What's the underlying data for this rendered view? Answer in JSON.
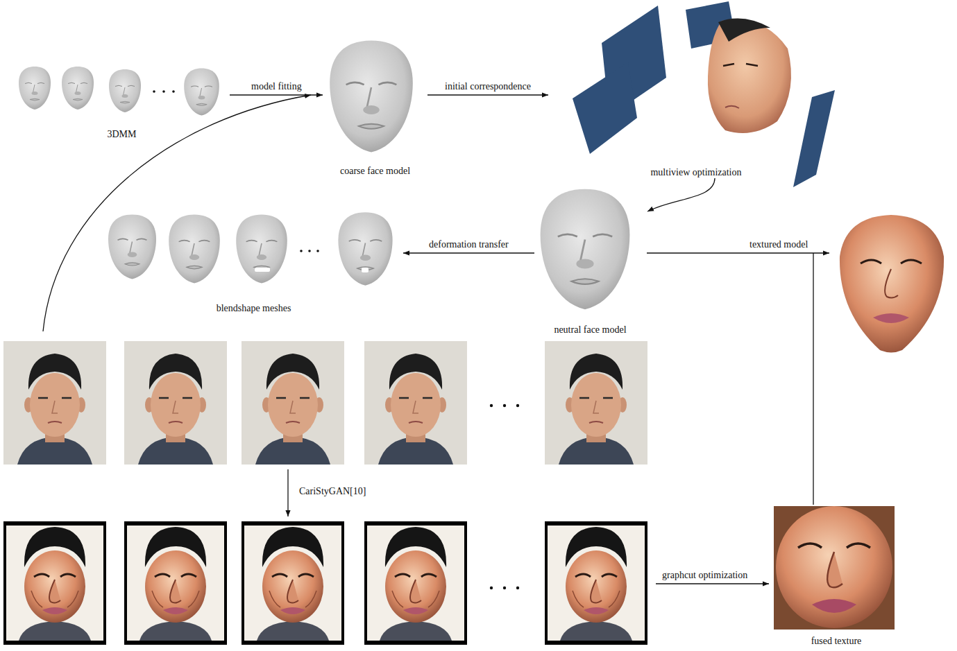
{
  "diagram": {
    "nodes": [
      {
        "text": [
          "3DMM"
        ]
      },
      {
        "text": [
          "coarse face model"
        ]
      },
      {
        "text": [
          "multiview optimization"
        ]
      },
      {
        "text": [
          "neutral face model"
        ]
      },
      {
        "text": [
          "blendshape meshes"
        ]
      },
      {
        "text": [
          "fused texture"
        ]
      }
    ],
    "edges": [
      {
        "from": 0,
        "to": 1,
        "label": "model fitting",
        "arrow": "to"
      },
      {
        "from": 1,
        "to": 2,
        "label": "initial correspondence",
        "arrow": "to"
      },
      {
        "from": 2,
        "to": 3,
        "arrow": "to"
      },
      {
        "from": 3,
        "to": 4,
        "label": "deformation transfer",
        "arrow": "to"
      }
    ],
    "labels": [
      "textured model",
      "CariStyGAN[10]",
      "graphcut optimization"
    ]
  }
}
